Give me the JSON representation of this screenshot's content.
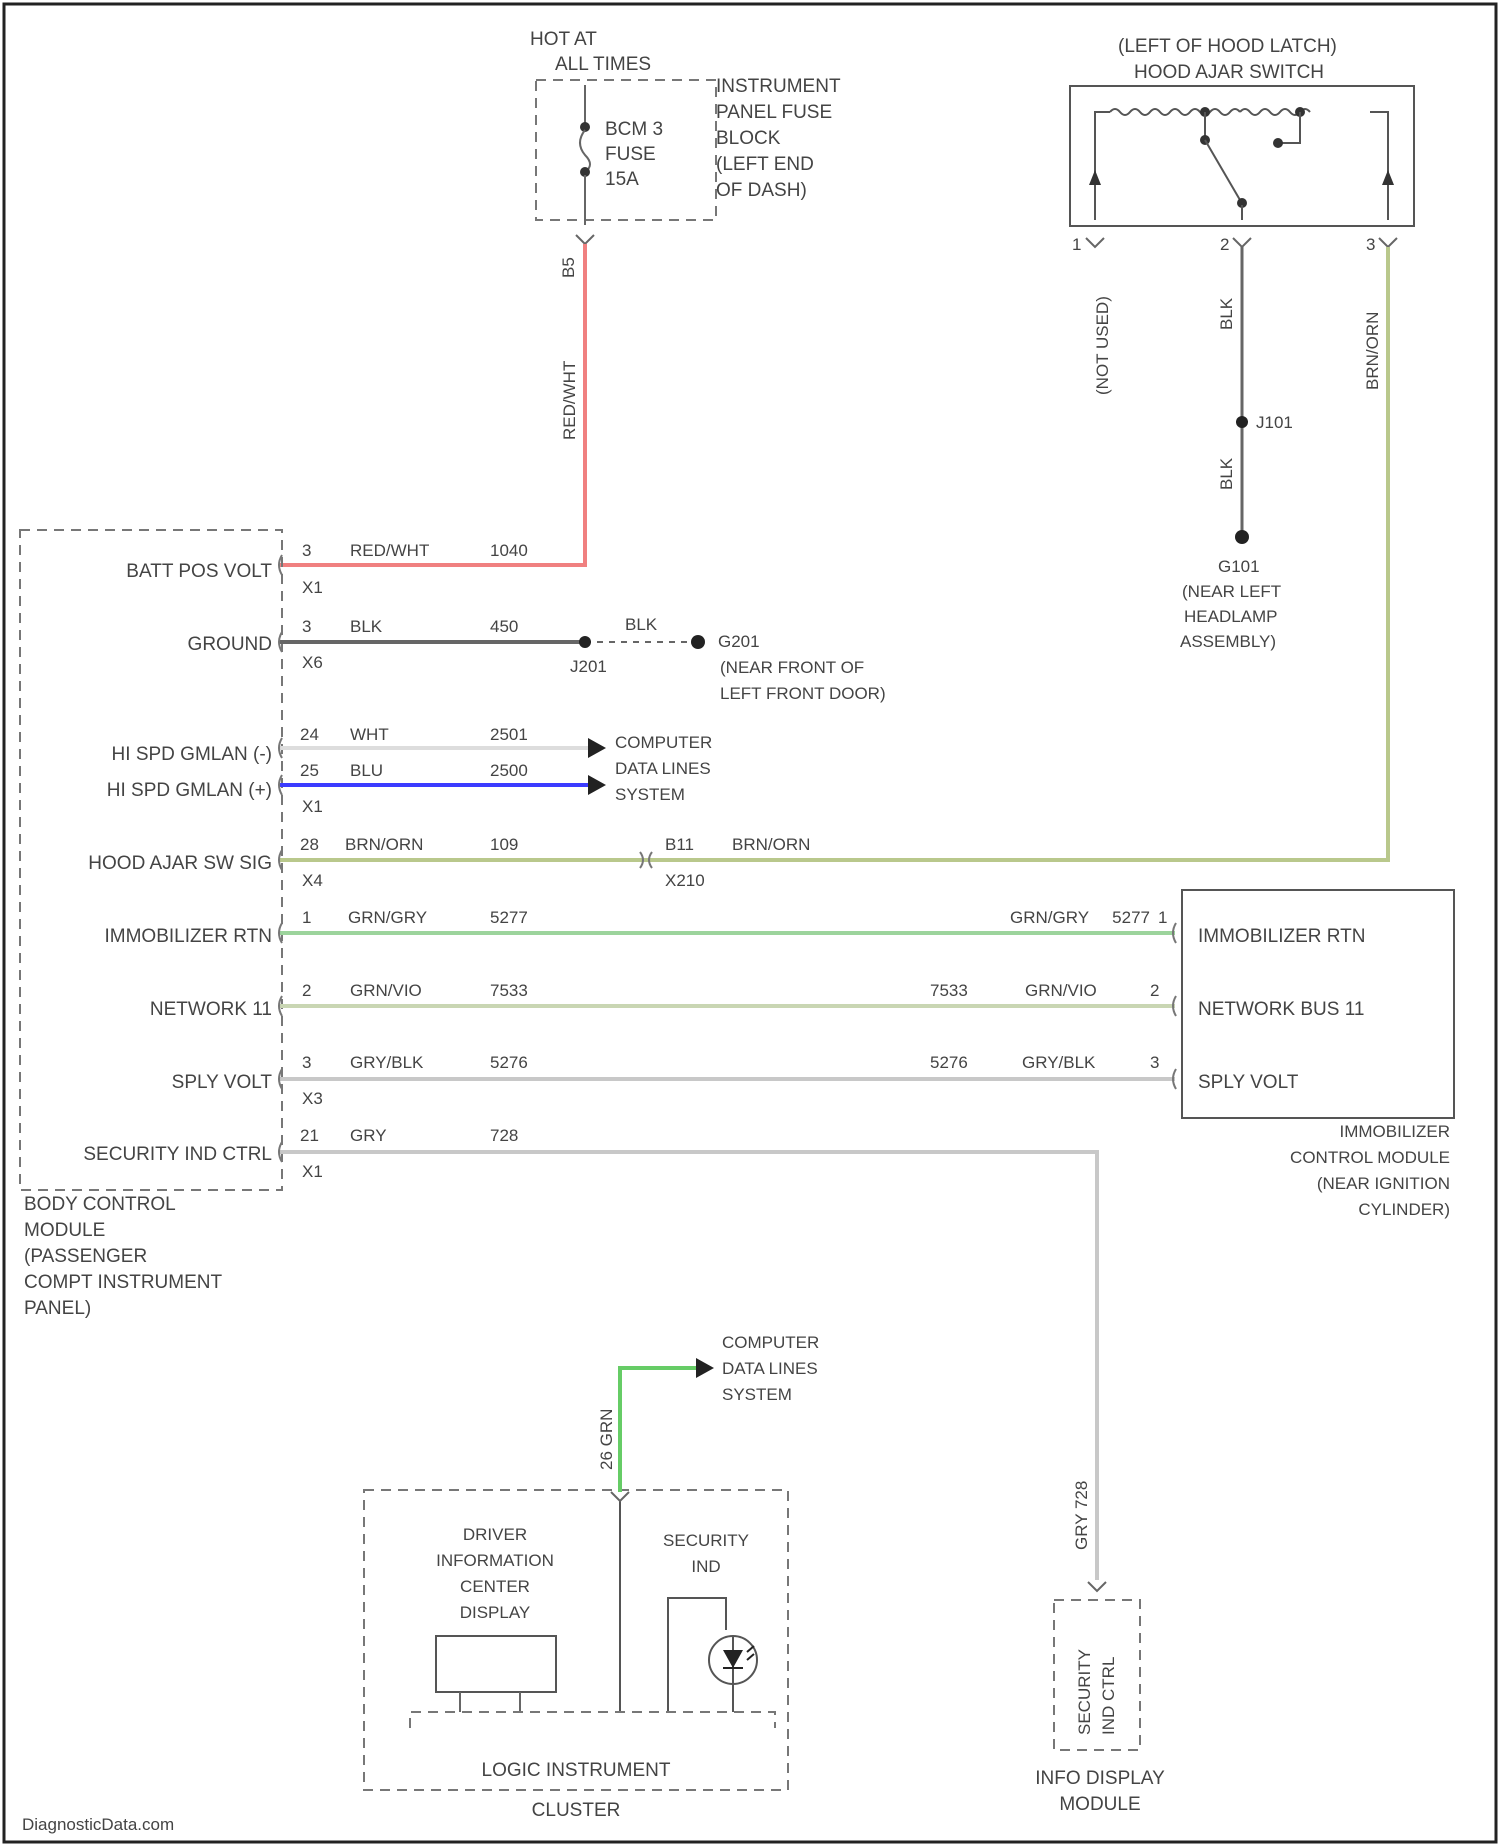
{
  "colors": {
    "red_white": "#f08080",
    "blk": "#666666",
    "wht": "#dddddd",
    "blu": "#3b3bff",
    "brn_orn": "#b9c88c",
    "grn_gry": "#9cd49c",
    "grn_vio": "#c9d6b3",
    "gry_blk": "#c8c8c8",
    "gry": "#c8c8c8",
    "grn": "#66cc66"
  },
  "fuse": {
    "hot_label": [
      "HOT AT",
      "ALL TIMES"
    ],
    "fuse_label": [
      "BCM 3",
      "FUSE",
      "15A"
    ],
    "panel_label": [
      "INSTRUMENT",
      "PANEL FUSE",
      "BLOCK",
      "(LEFT END",
      "OF DASH)"
    ],
    "pin": "B5"
  },
  "hood_switch": {
    "title": [
      "(LEFT OF HOOD LATCH)",
      "HOOD AJAR SWITCH"
    ],
    "pin_left": "1",
    "pin_mid": "2",
    "pin_right": "3",
    "wire_left": "(NOT USED)",
    "wire_mid": "BLK",
    "wire_right": "BRN/ORN",
    "splice": "J101",
    "wire_mid2": "BLK",
    "ground": [
      "G101",
      "(NEAR LEFT",
      "HEADLAMP",
      "ASSEMBLY)"
    ]
  },
  "bcm": {
    "label": [
      "BODY CONTROL",
      "MODULE",
      "(PASSENGER",
      "COMPT INSTRUMENT",
      "PANEL)"
    ],
    "rows": [
      {
        "name": "BATT POS VOLT",
        "pin": "3",
        "color": "RED/WHT",
        "circuit": "1040",
        "conn": "X1"
      },
      {
        "name": "GROUND",
        "pin": "3",
        "color": "BLK",
        "circuit": "450",
        "conn": "X6"
      },
      {
        "name": "HI SPD GMLAN (-)",
        "pin": "24",
        "color": "WHT",
        "circuit": "2501",
        "conn": ""
      },
      {
        "name": "HI SPD GMLAN (+)",
        "pin": "25",
        "color": "BLU",
        "circuit": "2500",
        "conn": "X1"
      },
      {
        "name": "HOOD AJAR SW SIG",
        "pin": "28",
        "color": "BRN/ORN",
        "circuit": "109",
        "conn": "X4"
      },
      {
        "name": "IMMOBILIZER RTN",
        "pin": "1",
        "color": "GRN/GRY",
        "circuit": "5277",
        "conn": ""
      },
      {
        "name": "NETWORK 11",
        "pin": "2",
        "color": "GRN/VIO",
        "circuit": "7533",
        "conn": ""
      },
      {
        "name": "SPLY VOLT",
        "pin": "3",
        "color": "GRY/BLK",
        "circuit": "5276",
        "conn": "X3"
      },
      {
        "name": "SECURITY IND CTRL",
        "pin": "21",
        "color": "GRY",
        "circuit": "728",
        "conn": "X1"
      }
    ]
  },
  "ground_splice": {
    "splice": "J201",
    "wire_color": "BLK",
    "ground": [
      "G201",
      "(NEAR FRONT OF",
      "LEFT FRONT DOOR)"
    ]
  },
  "data_lines_1": [
    "COMPUTER",
    "DATA LINES",
    "SYSTEM"
  ],
  "inline_conn": {
    "pin": "B11",
    "conn": "X210",
    "color": "BRN/ORN"
  },
  "immobilizer": {
    "rows": [
      {
        "name": "IMMOBILIZER RTN",
        "pin": "1",
        "color": "GRN/GRY",
        "circuit": "5277"
      },
      {
        "name": "NETWORK BUS 11",
        "pin": "2",
        "color": "GRN/VIO",
        "circuit": "7533"
      },
      {
        "name": "SPLY VOLT",
        "pin": "3",
        "color": "GRY/BLK",
        "circuit": "5276"
      }
    ],
    "label": [
      "IMMOBILIZER",
      "CONTROL MODULE",
      "(NEAR IGNITION",
      "CYLINDER)"
    ]
  },
  "cluster": {
    "dic_label": [
      "DRIVER",
      "INFORMATION",
      "CENTER",
      "DISPLAY"
    ],
    "sec_label": [
      "SECURITY",
      "IND"
    ],
    "logic_label": "LOGIC INSTRUMENT",
    "name": "CLUSTER",
    "wire": "26 GRN"
  },
  "data_lines_2": [
    "COMPUTER",
    "DATA LINES",
    "SYSTEM"
  ],
  "info_display": {
    "wire": "GRY 728",
    "inner": [
      "SECURITY",
      "IND CTRL"
    ],
    "label": [
      "INFO DISPLAY",
      "MODULE"
    ]
  },
  "watermark": "DiagnosticData.com"
}
